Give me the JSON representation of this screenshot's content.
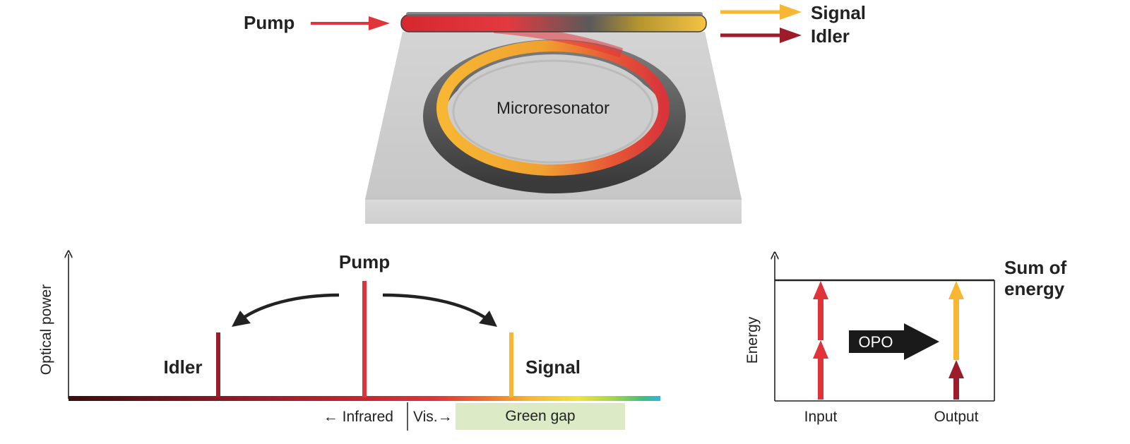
{
  "top": {
    "pump_label": "Pump",
    "signal_label": "Signal",
    "idler_label": "Idler",
    "resonator_label": "Microresonator"
  },
  "spectrum": {
    "y_axis_label": "Optical power",
    "pump_label": "Pump",
    "idler_label": "Idler",
    "signal_label": "Signal",
    "infrared_label": "← Infrared",
    "visible_label": "Vis.→",
    "green_gap_label": "Green gap"
  },
  "energy": {
    "y_axis_label": "Energy",
    "sum_label_line1": "Sum of",
    "sum_label_line2": "energy",
    "opo_label": "OPO",
    "input_label": "Input",
    "output_label": "Output"
  },
  "colors": {
    "pump": "#e0343a",
    "signal": "#f7b733",
    "idler": "#9e1b2a",
    "substrate": "#c9c9c9",
    "green_gap": "#dcebc6"
  }
}
